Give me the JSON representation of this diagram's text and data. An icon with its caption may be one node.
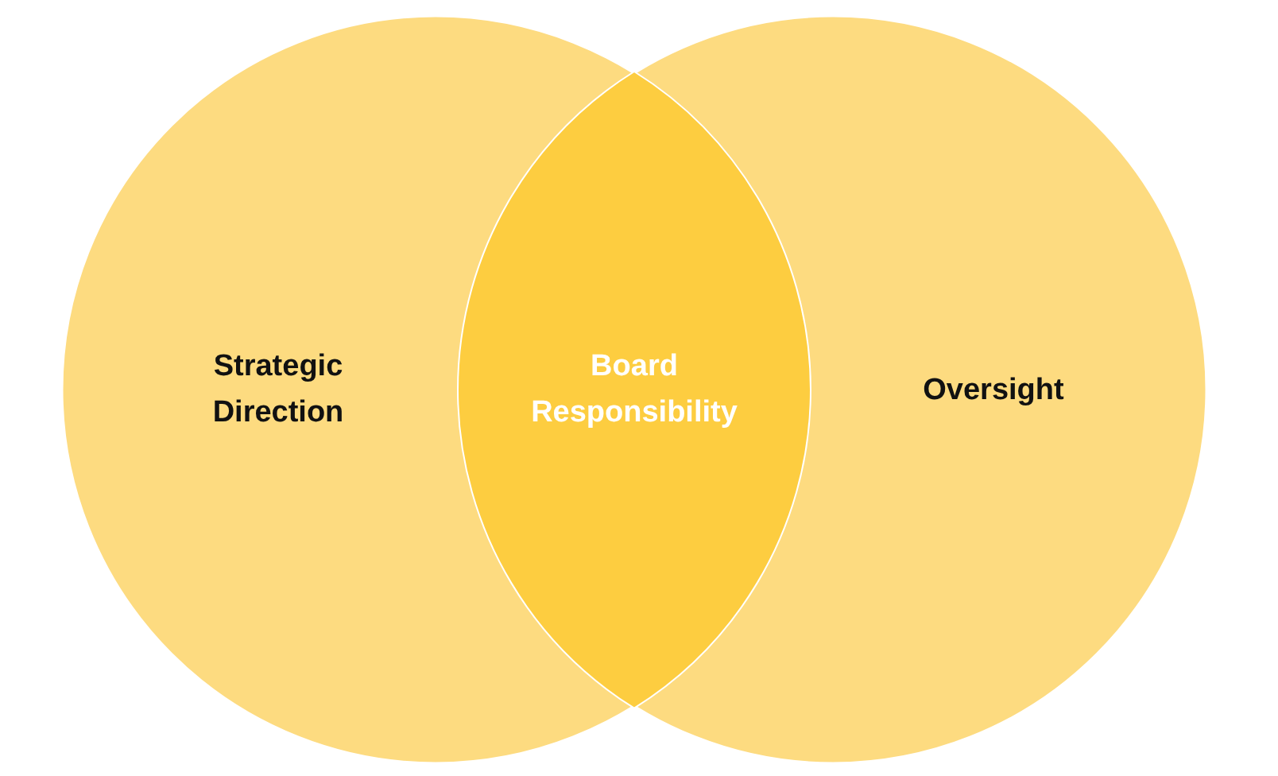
{
  "diagram": {
    "nodes": [
      {
        "text": [
          "Strategic Direction"
        ]
      },
      {
        "text": [
          "Oversight"
        ]
      },
      {
        "text": [
          "Board Responsibility"
        ]
      }
    ]
  }
}
